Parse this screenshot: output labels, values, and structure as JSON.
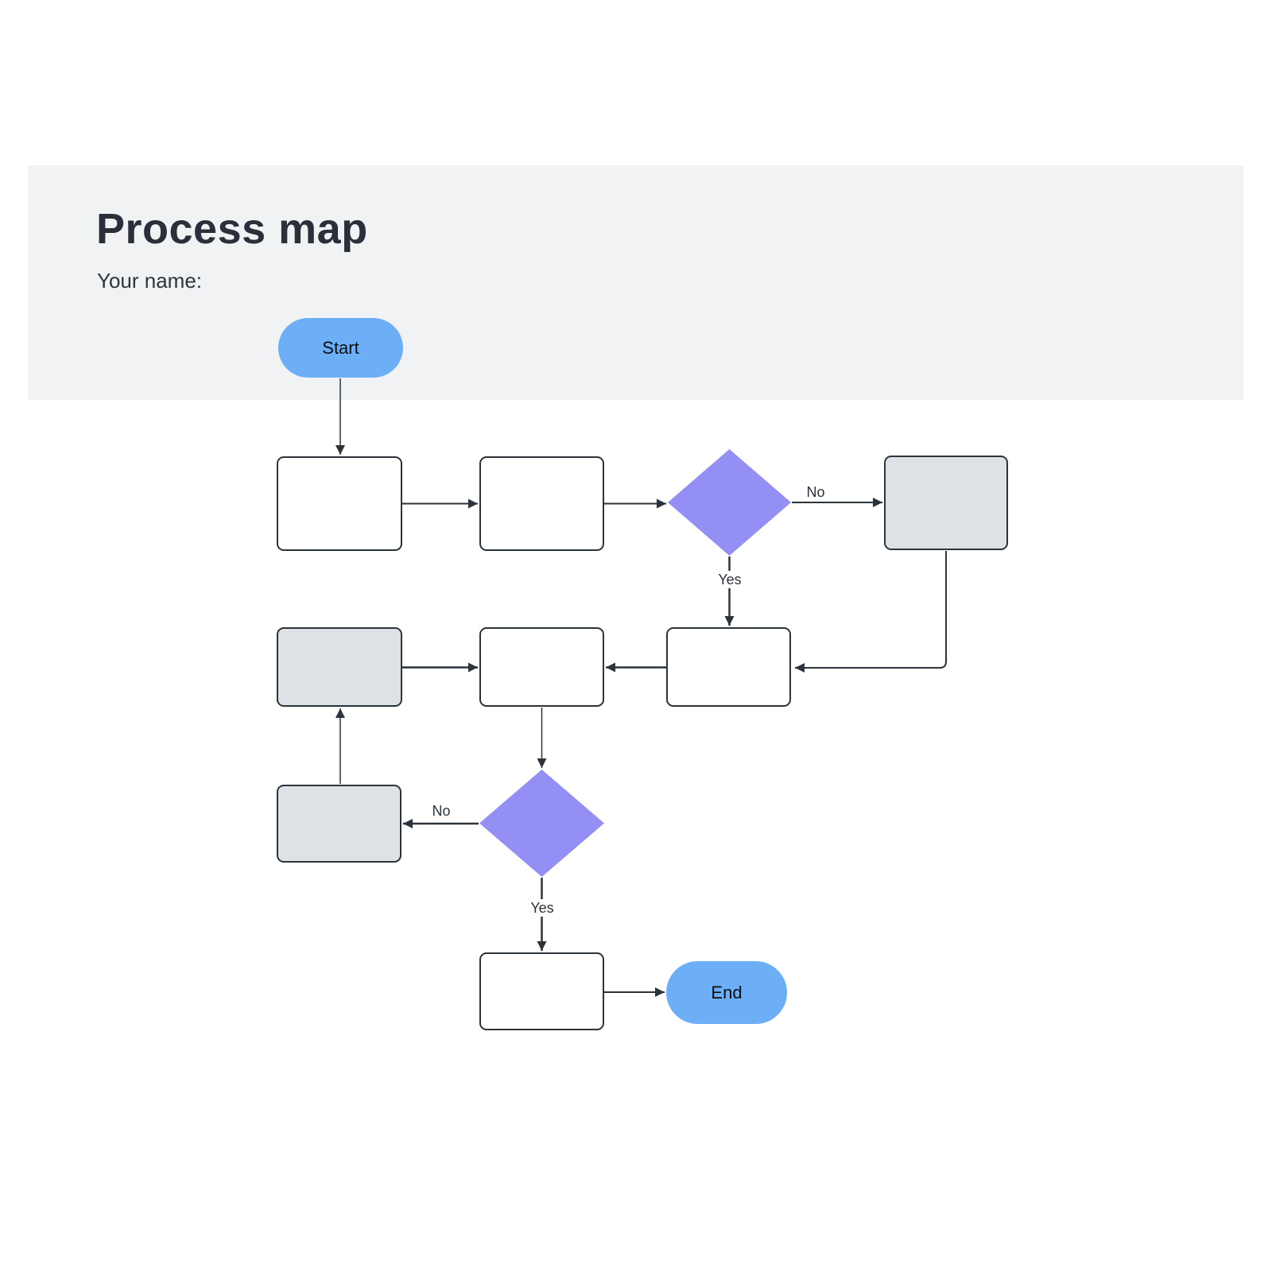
{
  "header": {
    "title": "Process map",
    "name_label": "Your name:"
  },
  "colors": {
    "band_background": "#F1F2F3",
    "terminator_fill": "#6CAFF6",
    "decision_fill": "#938FF5",
    "process_fill": "#FFFFFF",
    "process_alt_fill": "#DEE1E5",
    "stroke_color": "#2B333B",
    "label_text": "#2B333C",
    "title_text": "#293039",
    "subtitle_text": "#2D343C",
    "node_text": "#0B0E11"
  },
  "nodes": [
    {
      "id": "start",
      "type": "terminator",
      "label": "Start"
    },
    {
      "id": "step-1",
      "type": "process",
      "label": ""
    },
    {
      "id": "step-2",
      "type": "process",
      "label": ""
    },
    {
      "id": "decision-1",
      "type": "decision",
      "label": ""
    },
    {
      "id": "alt-1",
      "type": "process-gray",
      "label": ""
    },
    {
      "id": "alt-2",
      "type": "process-gray",
      "label": ""
    },
    {
      "id": "step-4",
      "type": "process",
      "label": ""
    },
    {
      "id": "step-3",
      "type": "process",
      "label": ""
    },
    {
      "id": "alt-3",
      "type": "process-gray",
      "label": ""
    },
    {
      "id": "decision-2",
      "type": "decision",
      "label": ""
    },
    {
      "id": "step-5",
      "type": "process",
      "label": ""
    },
    {
      "id": "end",
      "type": "terminator",
      "label": "End"
    }
  ],
  "edges": [
    {
      "from": "start",
      "to": "step-1",
      "label": ""
    },
    {
      "from": "step-1",
      "to": "step-2",
      "label": ""
    },
    {
      "from": "step-2",
      "to": "decision-1",
      "label": ""
    },
    {
      "from": "decision-1",
      "to": "alt-1",
      "label": "No"
    },
    {
      "from": "decision-1",
      "to": "step-3",
      "label": "Yes"
    },
    {
      "from": "alt-1",
      "to": "step-3",
      "label": ""
    },
    {
      "from": "alt-2",
      "to": "step-4",
      "label": ""
    },
    {
      "from": "step-3",
      "to": "step-4",
      "label": ""
    },
    {
      "from": "step-4",
      "to": "decision-2",
      "label": ""
    },
    {
      "from": "decision-2",
      "to": "alt-3",
      "label": "No"
    },
    {
      "from": "alt-3",
      "to": "alt-2",
      "label": ""
    },
    {
      "from": "decision-2",
      "to": "step-5",
      "label": "Yes"
    },
    {
      "from": "step-5",
      "to": "end",
      "label": ""
    }
  ]
}
